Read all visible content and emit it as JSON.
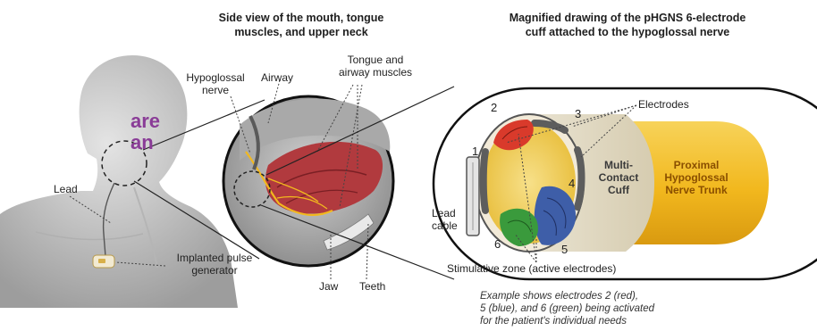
{
  "headers": {
    "left": [
      "Side view of the mouth, tongue",
      "muscles, and upper neck"
    ],
    "right": [
      "Magnified drawing of the pHGNS 6-electrode",
      "cuff attached to the hypoglossal nerve"
    ]
  },
  "cropped_title": [
    "are",
    "an"
  ],
  "labels": {
    "hypoglossal_nerve": [
      "Hypoglossal",
      "nerve"
    ],
    "airway": "Airway",
    "tongue_muscles": [
      "Tongue and",
      "airway muscles"
    ],
    "lead": "Lead",
    "pulse_generator": [
      "Implanted pulse",
      "generator"
    ],
    "jaw": "Jaw",
    "teeth": "Teeth",
    "electrodes": "Electrodes",
    "lead_cable": [
      "Lead",
      "cable"
    ],
    "cuff": [
      "Multi-",
      "Contact",
      "Cuff"
    ],
    "nerve_trunk": [
      "Proximal",
      "Hypoglossal",
      "Nerve Trunk"
    ],
    "stimulative_zone": "Stimulative zone (active electrodes)"
  },
  "electrode_numbers": [
    "1",
    "2",
    "3",
    "4",
    "5",
    "6"
  ],
  "caption": [
    "Example shows electrodes 2 (red),",
    "5 (blue), and 6 (green) being activated",
    "for the patient's individual needs"
  ],
  "colors": {
    "purple_title": "#8a3c97",
    "nerve_gold": "#f2b81e",
    "electrode_red": "#d93a2b",
    "electrode_blue": "#3e5ea8",
    "electrode_green": "#3a9a3c",
    "skin_gray": "#c9c9c9"
  }
}
